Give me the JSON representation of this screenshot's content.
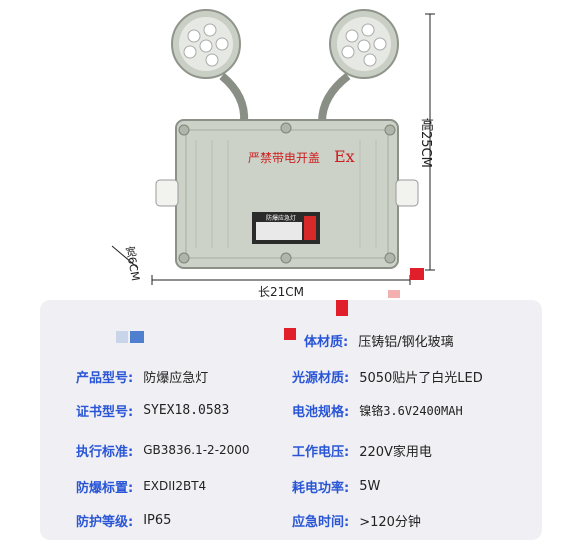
{
  "product_photo": {
    "lid_warning": "严禁带电开盖",
    "ex_mark": "Ex",
    "nameplate_title": "防爆应急灯"
  },
  "dimensions": {
    "height": "高25CM",
    "width": "宽6CM",
    "length": "长21CM"
  },
  "specs": {
    "material": {
      "label": "体材质:",
      "value": "压铸铝/钢化玻璃"
    },
    "model": {
      "label": "产品型号:",
      "value": "防爆应急灯"
    },
    "light_source": {
      "label": "光源材质:",
      "value": "5050贴片了白光LED"
    },
    "certificate": {
      "label": "证书型号:",
      "value": "SYEX18.0583"
    },
    "battery": {
      "label": "电池规格:",
      "value": "镍铬3.6V2400MAH"
    },
    "standard": {
      "label": "执行标准:",
      "value": "GB3836.1-2-2000"
    },
    "voltage": {
      "label": "工作电压:",
      "value": "220V家用电"
    },
    "explosion_mark": {
      "label": "防爆标置:",
      "value": "EXDII2BT4"
    },
    "power": {
      "label": "耗电功率:",
      "value": "5W"
    },
    "protection": {
      "label": "防护等级:",
      "value": "IP65"
    },
    "emergency_time": {
      "label": "应急时间:",
      "value": ">120分钟"
    }
  }
}
